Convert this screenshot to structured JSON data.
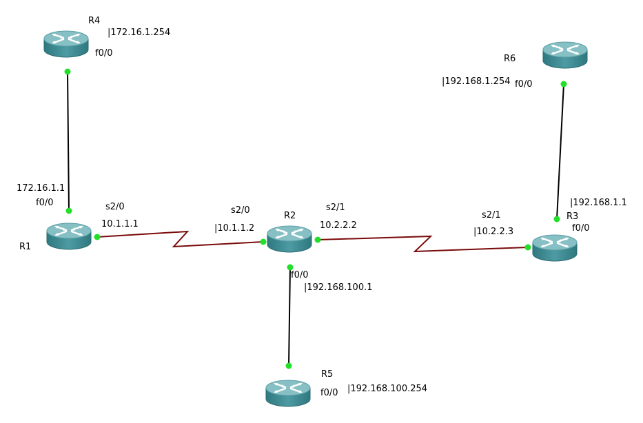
{
  "routers": {
    "r1": {
      "name": "R1"
    },
    "r2": {
      "name": "R2"
    },
    "r3": {
      "name": "R3"
    },
    "r4": {
      "name": "R4"
    },
    "r5": {
      "name": "R5"
    },
    "r6": {
      "name": "R6"
    }
  },
  "labels": {
    "r4_ip": "|172.16.1.254",
    "r4_if": "f0/0",
    "r1_f_ip": "172.16.1.1",
    "r1_f_if": "f0/0",
    "r1_s_if": "s2/0",
    "r1_s_ip": "10.1.1.1",
    "r2_s20_if": "s2/0",
    "r2_s20_ip": "|10.1.1.2",
    "r2_s21_if": "s2/1",
    "r2_s21_ip": "10.2.2.2",
    "r2_f_if": "f0/0",
    "r2_f_ip": "|192.168.100.1",
    "r3_s_if": "s2/1",
    "r3_s_ip": "|10.2.2.3",
    "r3_f_ip": "|192.168.1.1",
    "r3_f_if": "f0/0",
    "r6_ip": "|192.168.1.254",
    "r6_if": "f0/0",
    "r5_if": "f0/0",
    "r5_ip": "|192.168.100.254"
  },
  "colors": {
    "router_body": "#3e8a93",
    "router_top": "#86bfc4",
    "ethernet_link": "#000000",
    "serial_link": "#7a0a0a",
    "interface_dot": "#22e02a"
  }
}
